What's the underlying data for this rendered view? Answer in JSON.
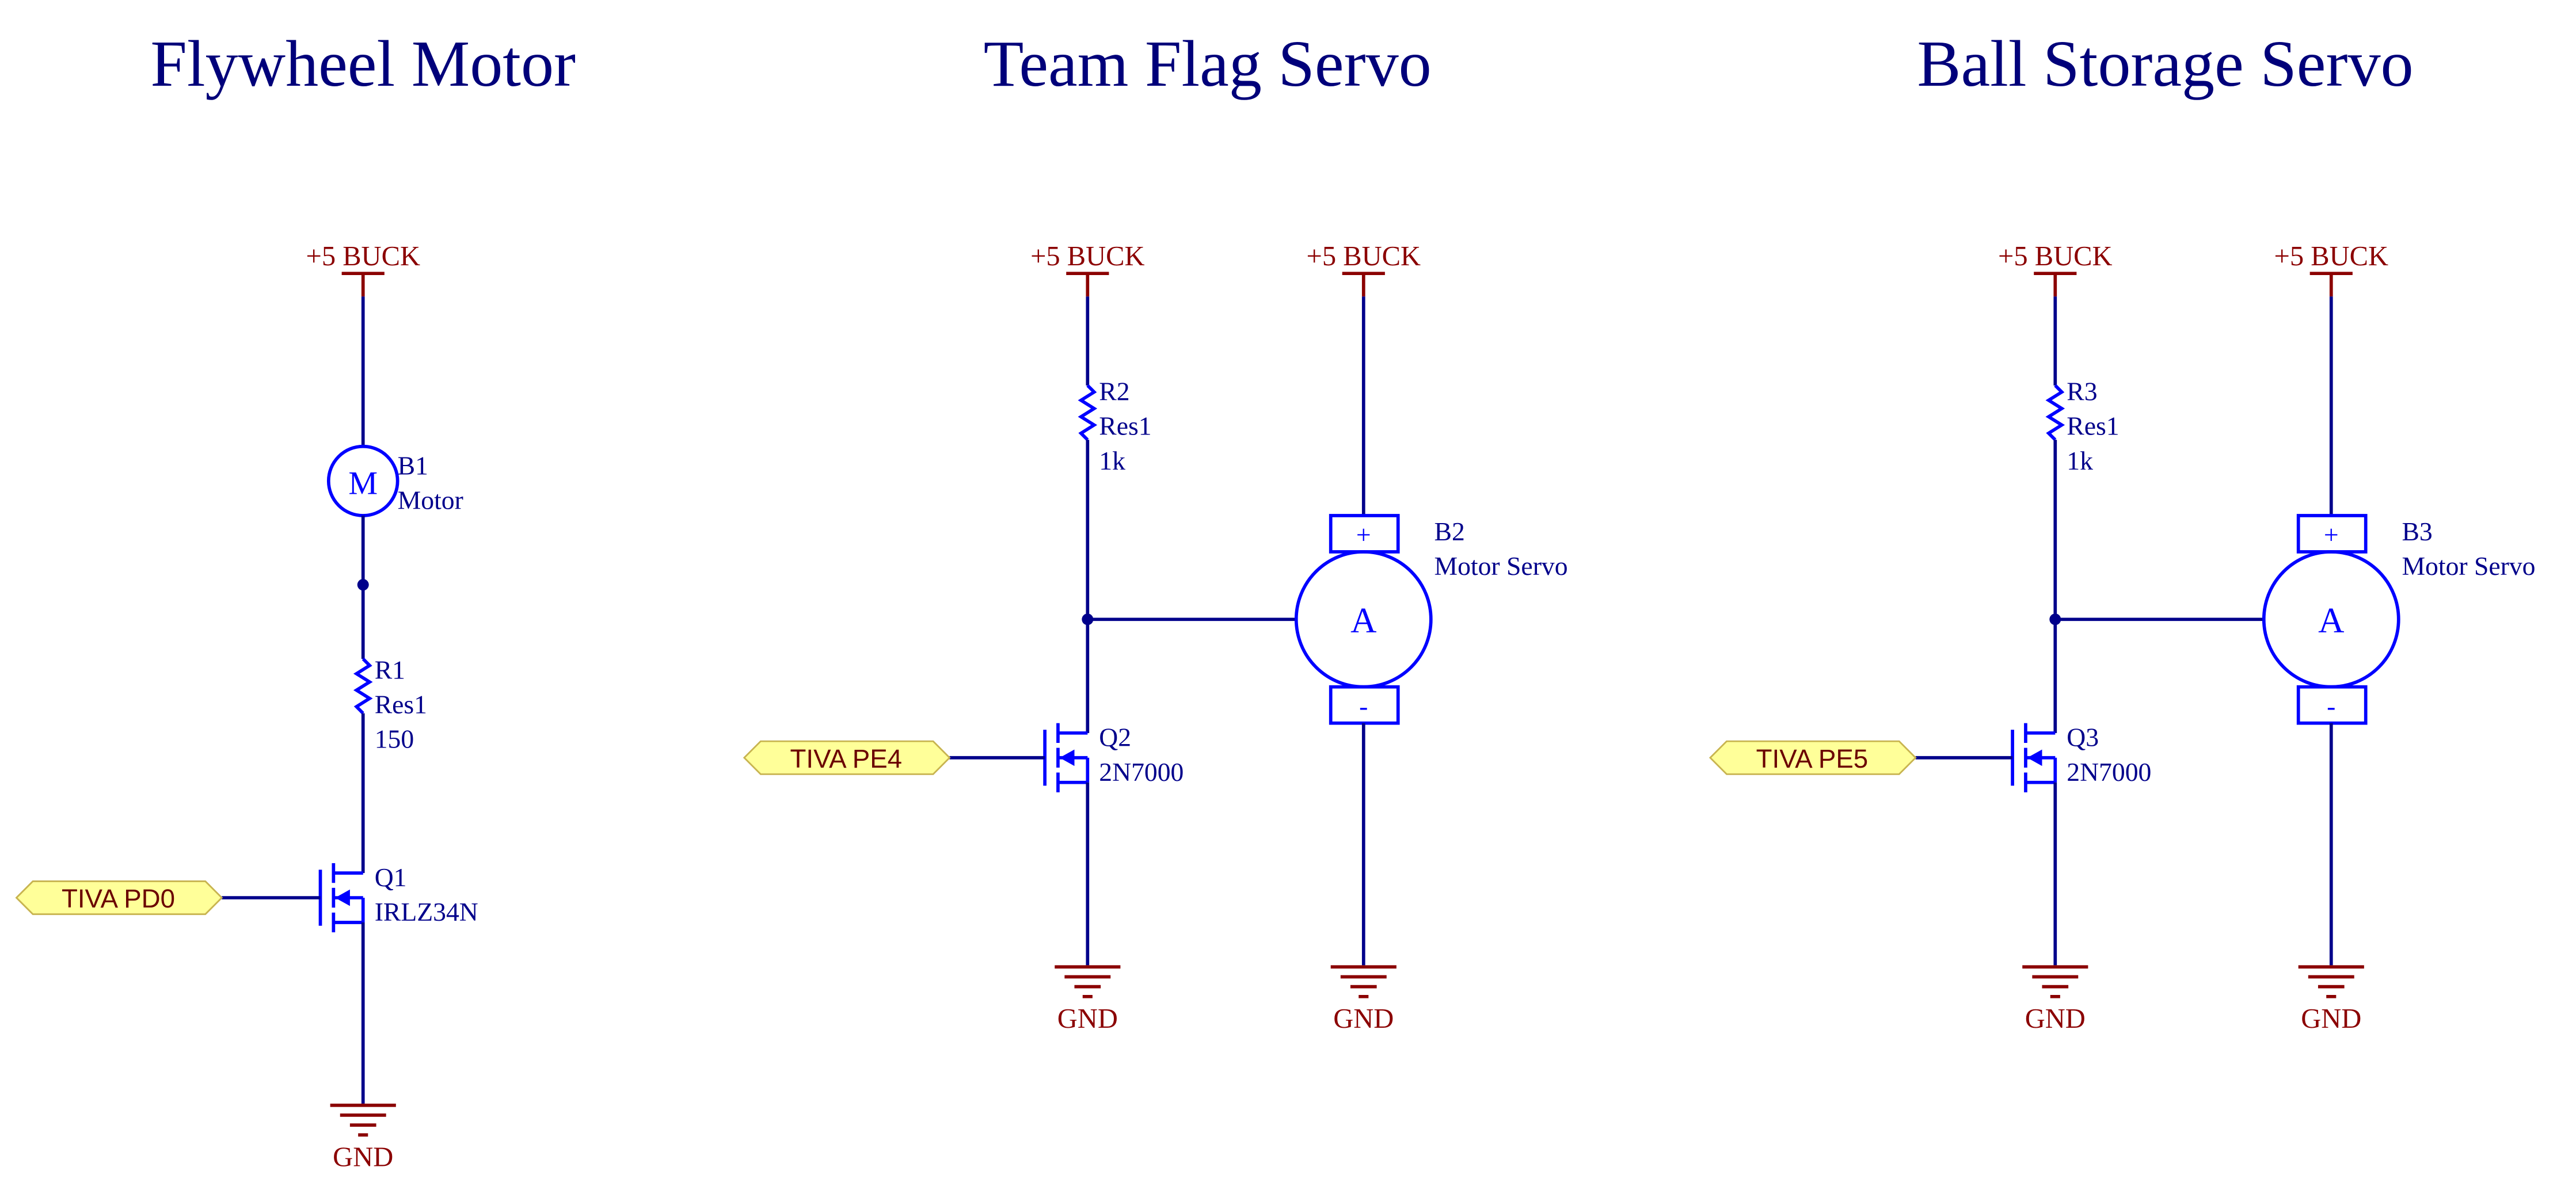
{
  "sections": [
    {
      "title": "Flywheel Motor",
      "supply": "+5 BUCK",
      "motor": {
        "designator": "B1",
        "value": "Motor",
        "symbol": "M"
      },
      "resistor": {
        "designator": "R1",
        "part": "Res1",
        "value": "150"
      },
      "fet": {
        "designator": "Q1",
        "part": "IRLZ34N"
      },
      "port": "TIVA PD0",
      "ground": "GND"
    },
    {
      "title": "Team Flag Servo",
      "supply_left": "+5 BUCK",
      "supply_right": "+5 BUCK",
      "resistor": {
        "designator": "R2",
        "part": "Res1",
        "value": "1k"
      },
      "servo": {
        "designator": "B2",
        "value": "Motor Servo",
        "symbol": "A",
        "plus": "+",
        "minus": "-"
      },
      "fet": {
        "designator": "Q2",
        "part": "2N7000"
      },
      "port": "TIVA PE4",
      "ground_left": "GND",
      "ground_right": "GND"
    },
    {
      "title": "Ball Storage Servo",
      "supply_left": "+5 BUCK",
      "supply_right": "+5 BUCK",
      "resistor": {
        "designator": "R3",
        "part": "Res1",
        "value": "1k"
      },
      "servo": {
        "designator": "B3",
        "value": "Motor Servo",
        "symbol": "A",
        "plus": "+",
        "minus": "-"
      },
      "fet": {
        "designator": "Q3",
        "part": "2N7000"
      },
      "port": "TIVA PE5",
      "ground_left": "GND",
      "ground_right": "GND"
    }
  ],
  "colors": {
    "title": "#00007a",
    "wire": "#00008b",
    "component": "#0000ff",
    "power": "#8b0000",
    "port_fill": "#ffff99"
  }
}
